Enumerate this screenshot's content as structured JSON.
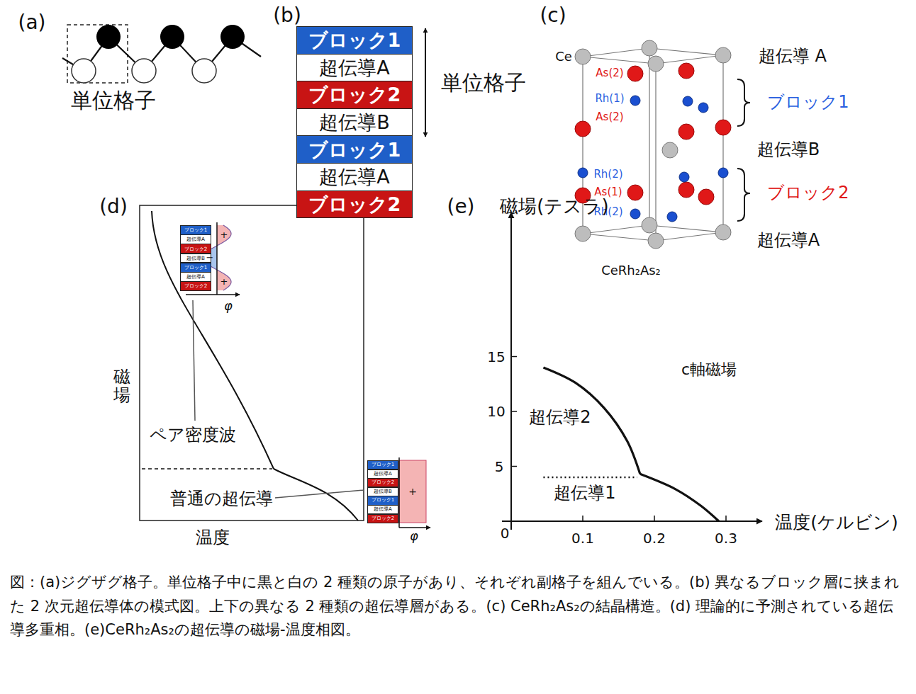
{
  "diagram": {
    "caption": "図：(a)ジグザグ格子。単位格子中に黒と白の 2 種類の原子があり、それぞれ副格子を組んでいる。(b) 異なるブロック層に挟まれた 2 次元超伝導体の模式図。上下の異なる 2 種類の超伝導層がある。(c) CeRh₂As₂の結晶構造。(d) 理論的に予測されている超伝導多重相。(e)CeRh₂As₂の超伝導の磁場-温度相図。",
    "nodes": [
      {
        "text": [
          "ブロック1"
        ]
      },
      {
        "text": [
          "超伝導A"
        ]
      },
      {
        "text": [
          "ブロック2"
        ]
      },
      {
        "text": [
          "超伝導B"
        ]
      },
      {
        "text": [
          "ブロック1"
        ]
      },
      {
        "text": [
          "超伝導A"
        ]
      },
      {
        "text": [
          "ブロック2"
        ]
      },
      {
        "text": [
          "ブロック1"
        ]
      },
      {
        "text": [
          "超伝導A"
        ]
      },
      {
        "text": [
          "ブロック2"
        ]
      },
      {
        "text": [
          "超伝導B"
        ]
      },
      {
        "text": [
          "ブロック1"
        ]
      },
      {
        "text": [
          "超伝導A"
        ]
      },
      {
        "text": [
          "ブロック2"
        ]
      },
      {
        "text": [
          "ブロック1"
        ]
      },
      {
        "text": [
          "超伝導A"
        ]
      },
      {
        "text": [
          "ブロック2"
        ]
      },
      {
        "text": [
          "超伝導B"
        ]
      },
      {
        "text": [
          "ブロック1"
        ]
      },
      {
        "text": [
          "超伝導A"
        ]
      },
      {
        "text": [
          "ブロック2"
        ]
      }
    ],
    "labels": [
      "(a)",
      "単位格子",
      "(b)",
      "単位格子",
      "(c)",
      "Ce",
      "As(2)",
      "Rh(1)",
      "As(2)",
      "Rh(2)",
      "As(1)",
      "Rh(2)",
      "超伝導 A",
      "ブロック1",
      "超伝導B",
      "ブロック2",
      "超伝導A",
      "CeRh₂As₂",
      "(d)",
      "磁場",
      "温度",
      "ペア密度波",
      "普通の超伝導",
      "φ",
      "+",
      "−",
      "+",
      "φ",
      "+",
      "(e)",
      "磁場(テスラ)",
      "温度(ケルビン)",
      "c軸磁場",
      "超伝導2",
      "超伝導1",
      "15",
      "10",
      "5",
      "0",
      "0.1",
      "0.2",
      "0.3"
    ]
  }
}
